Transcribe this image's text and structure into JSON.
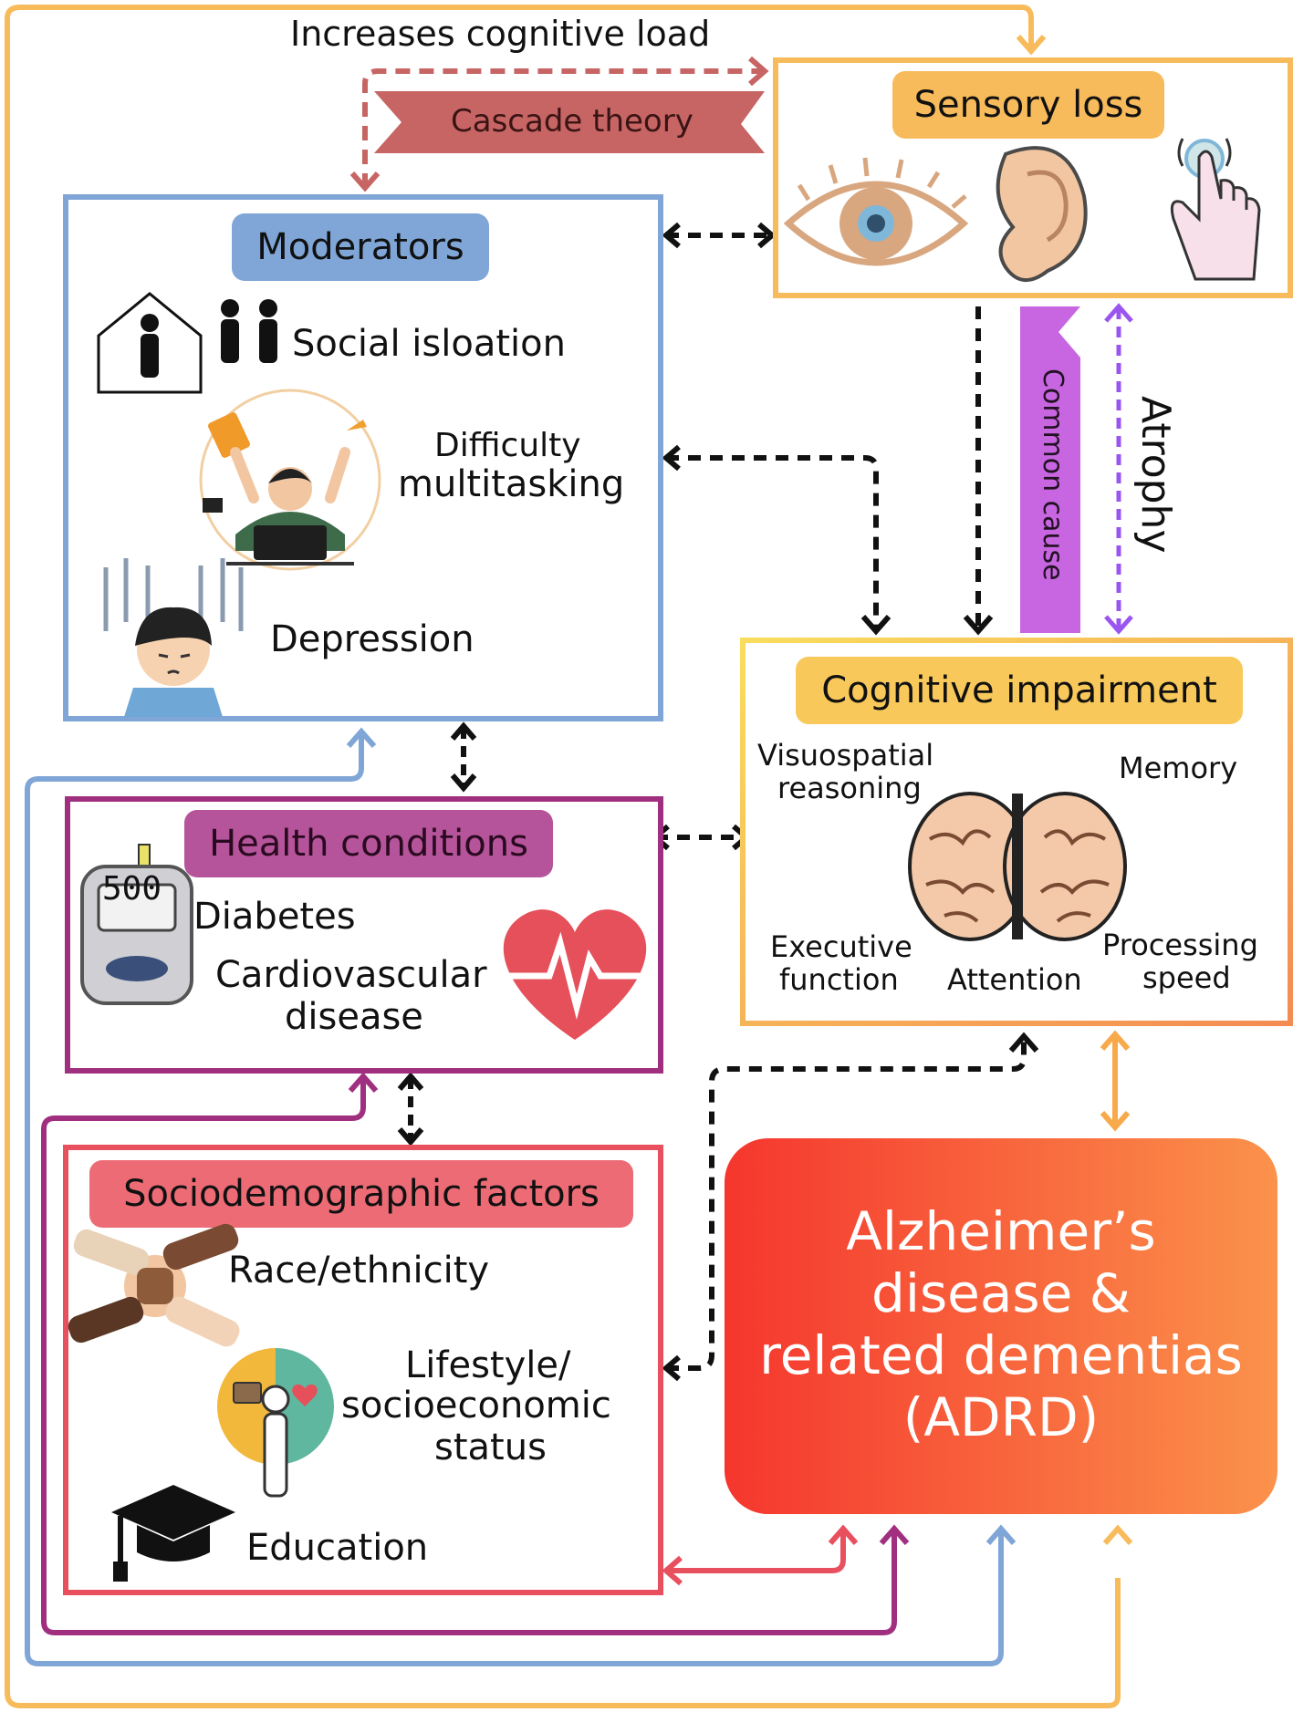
{
  "top_label": "Increases  cognitive load",
  "cascade": "Cascade theory",
  "sensory": {
    "title": "Sensory loss",
    "icons": [
      "eye-icon",
      "ear-icon",
      "touch-hand-icon"
    ]
  },
  "moderators": {
    "title": "Moderators",
    "items": [
      "Social isloation",
      "Difficulty",
      "multitasking",
      "Depression"
    ]
  },
  "common_cause": "Common cause",
  "atrophy": "Atrophy",
  "cognitive": {
    "title": "Cognitive impairment",
    "domains": [
      "Visuospatial",
      "reasoning",
      "Memory",
      "Executive",
      "function",
      "Attention",
      "Processing",
      "speed"
    ]
  },
  "health": {
    "title": "Health conditions",
    "items": [
      "Diabetes",
      "Cardiovascular",
      "disease"
    ]
  },
  "socio": {
    "title": "Sociodemographic factors",
    "items": [
      "Race/ethnicity",
      "Lifestyle/",
      "socioeconomic",
      "status",
      "Education"
    ]
  },
  "adrd": {
    "lines": [
      "Alzheimer’s",
      "disease  &",
      "related dementias",
      "(ADRD)"
    ]
  },
  "glucometer_reading": "500",
  "colors": {
    "orange": "#F8BB5C",
    "blue": "#7FA6D6",
    "purple": "#A0307F",
    "pink": "#E8505E",
    "cascade": "#C76464",
    "common_cause": "#C766E0",
    "atrophy_arrow": "#9A55F0"
  }
}
